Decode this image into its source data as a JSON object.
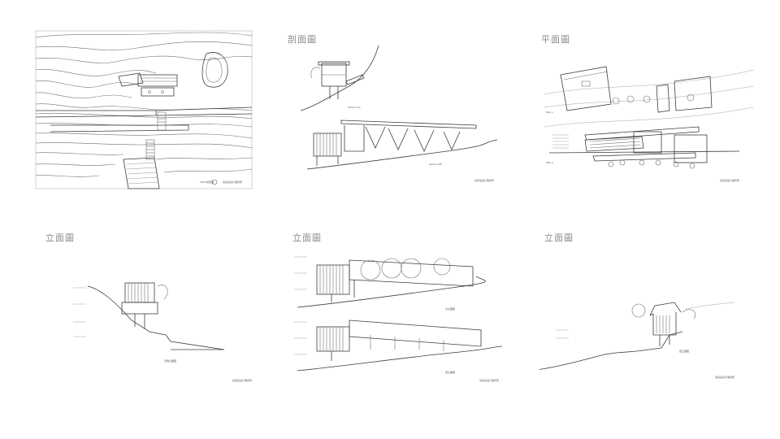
{
  "sheets": {
    "site": {
      "scale_note": "1/500 配置图",
      "stamp": "某某某设计事务所"
    },
    "section": {
      "title": "剖面圖",
      "label_a": "Section A-A",
      "label_b": "Section B-B",
      "stamp": "某某某设计事务所"
    },
    "plan": {
      "title": "平面圖",
      "label_1": "Plan 1",
      "label_2": "Plan 2",
      "stamp": "某某某设计事务所"
    },
    "elev1": {
      "title": "立面圖",
      "label": "東側立面图",
      "stamp": "某某某设计事务所"
    },
    "elev2": {
      "title": "立面圖",
      "label_a": "北立面图",
      "label_b": "南立面图",
      "stamp": "某某某设计事务所"
    },
    "elev3": {
      "title": "立面圖",
      "label": "西立面图",
      "stamp": "某某某设计事务所"
    }
  }
}
